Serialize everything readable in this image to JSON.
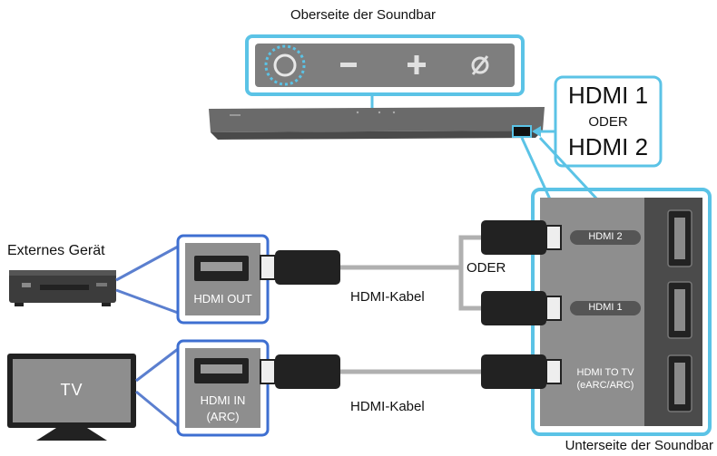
{
  "labels": {
    "top_side": "Oberseite der Soundbar",
    "bottom_side": "Unterseite der Soundbar",
    "hdmi1_large": "HDMI 1",
    "oder_small": "ODER",
    "hdmi2_large": "HDMI 2",
    "external_device": "Externes Gerät",
    "oder_cable": "ODER",
    "cable_1": "HDMI-Kabel",
    "cable_2": "HDMI-Kabel"
  },
  "device_ports": {
    "hdmi_out": "HDMI OUT",
    "hdmi_in_line1": "HDMI IN",
    "hdmi_in_line2": "(ARC)"
  },
  "tv_label": "TV",
  "soundbar_ports": {
    "hdmi2": "HDMI 2",
    "hdmi1": "HDMI 1",
    "hdmi_to_tv_line1": "HDMI TO TV",
    "hdmi_to_tv_line2": "(eARC/ARC)"
  },
  "top_buttons": [
    "power-button",
    "volume-down-button",
    "volume-up-button",
    "mute-button"
  ],
  "colors": {
    "highlight_blue": "#5bc3e6",
    "panel_gray": "#8c8c8c",
    "dark_gray": "#4a4a4a",
    "cable_gray": "#b0b0b0"
  }
}
